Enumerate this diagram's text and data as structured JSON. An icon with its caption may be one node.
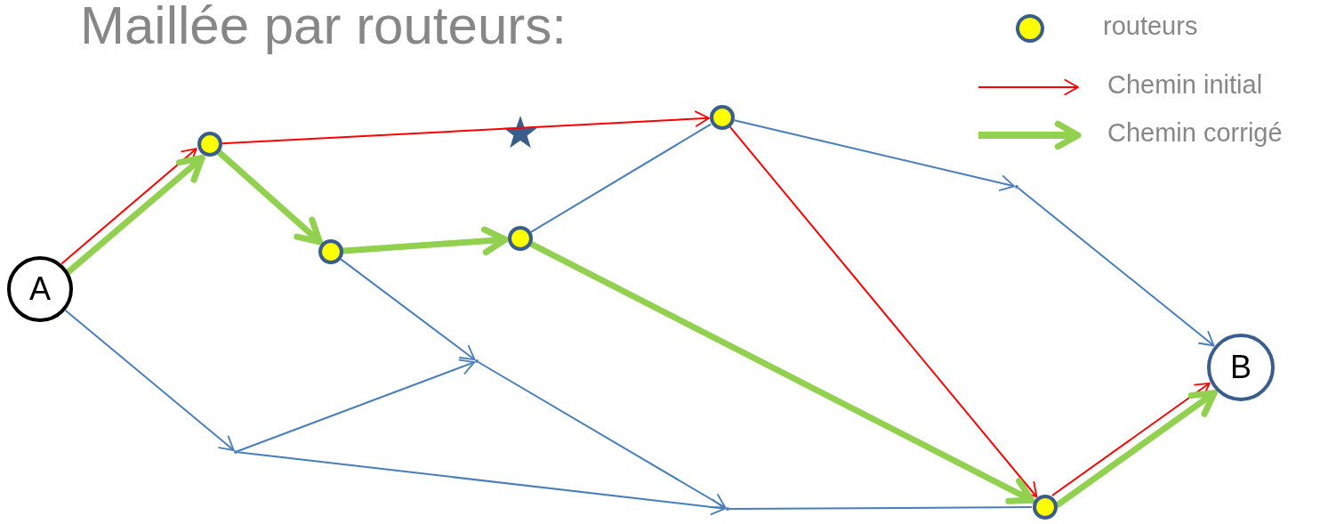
{
  "diagram": {
    "title": "Maillée par routeurs:",
    "nodes": [
      {
        "text": [
          "A"
        ]
      },
      {
        "text": [],
        "shape": "circle"
      },
      {
        "text": [],
        "shape": "circle"
      },
      {
        "text": [],
        "shape": "circle"
      },
      {
        "text": [],
        "shape": "circle"
      },
      {
        "text": [],
        "shape": "circle"
      },
      {
        "text": [
          "B"
        ]
      },
      {
        "text": [],
        "shape": "point"
      },
      {
        "text": [],
        "shape": "point"
      },
      {
        "text": [],
        "shape": "point"
      },
      {
        "text": [],
        "shape": "point"
      }
    ],
    "edges": [
      {
        "from": 0,
        "to": 1,
        "arrow": "to",
        "color": "#ff0000"
      },
      {
        "from": 1,
        "to": 4,
        "arrow": "to",
        "color": "#ff0000"
      },
      {
        "from": 4,
        "to": 5,
        "arrow": "to",
        "color": "#ff0000"
      },
      {
        "from": 5,
        "to": 6,
        "arrow": "to",
        "color": "#ff0000"
      },
      {
        "from": 0,
        "to": 1,
        "arrow": "to",
        "style": "thick",
        "color": "#92d050"
      },
      {
        "from": 1,
        "to": 2,
        "arrow": "to",
        "style": "thick",
        "color": "#92d050"
      },
      {
        "from": 2,
        "to": 3,
        "arrow": "to",
        "style": "thick",
        "color": "#92d050"
      },
      {
        "from": 3,
        "to": 5,
        "arrow": "to",
        "style": "thick",
        "color": "#92d050"
      },
      {
        "from": 5,
        "to": 6,
        "arrow": "to",
        "style": "thick",
        "color": "#92d050"
      },
      {
        "from": 0,
        "to": 7,
        "arrow": "to"
      },
      {
        "from": 7,
        "to": 8,
        "arrow": "to"
      },
      {
        "from": 2,
        "to": 8,
        "arrow": "to"
      },
      {
        "from": 8,
        "to": 9,
        "arrow": "to"
      },
      {
        "from": 7,
        "to": 9,
        "arrow": "to"
      },
      {
        "from": 9,
        "to": 5,
        "arrow": "none"
      },
      {
        "from": 3,
        "to": 4,
        "arrow": "none"
      },
      {
        "from": 4,
        "to": 10,
        "arrow": "to"
      },
      {
        "from": 10,
        "to": 6,
        "arrow": "to"
      }
    ],
    "legend": [
      {
        "text": "routeurs",
        "color": "#ffff00"
      },
      {
        "text": "Chemin initial"
      },
      {
        "text": "Chemin corrigé"
      }
    ]
  }
}
